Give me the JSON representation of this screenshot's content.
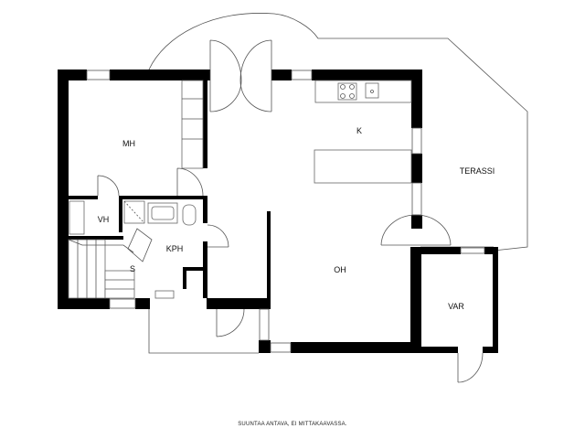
{
  "rooms": {
    "mh": "MH",
    "k": "K",
    "terassi": "TERASSI",
    "vh": "VH",
    "kph": "KPH",
    "s": "S",
    "oh": "OH",
    "var": "VAR"
  },
  "footnote": "SUUNTAA ANTAVA, EI MITTAKAAVASSA."
}
